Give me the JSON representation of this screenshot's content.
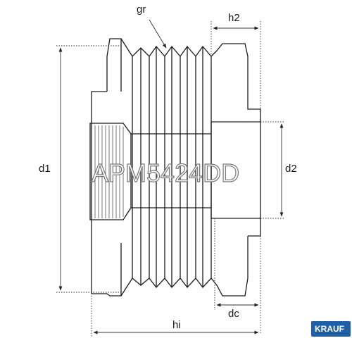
{
  "labels": {
    "gr": "gr",
    "h2": "h2",
    "d1": "d1",
    "d2": "d2",
    "dc": "dc",
    "hi": "hi"
  },
  "watermark": "APM5424DD",
  "brand": {
    "name": "KRAUF",
    "color": "#1e5fa8"
  },
  "colors": {
    "outline": "#1a1a1a",
    "dimension": "#333333"
  }
}
